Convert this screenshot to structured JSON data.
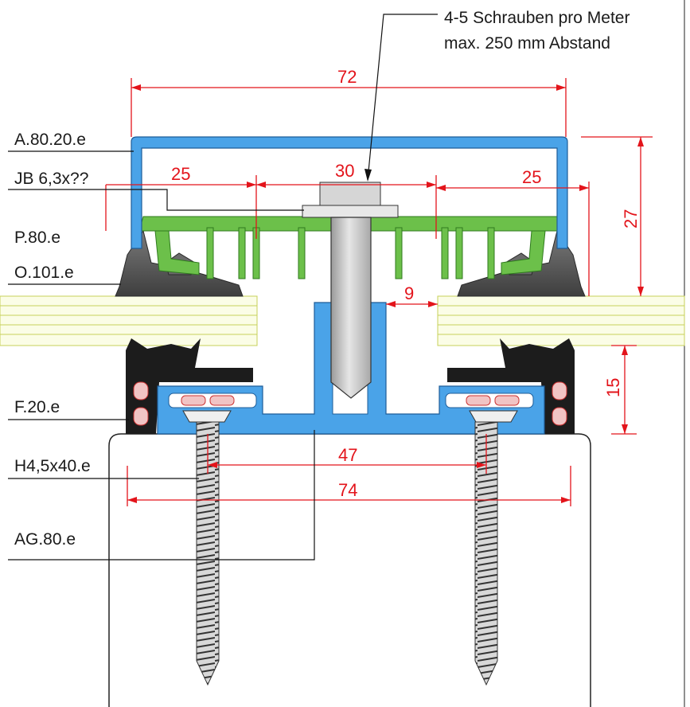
{
  "note": {
    "line1": "4-5 Schrauben pro Meter",
    "line2": "max. 250 mm Abstand"
  },
  "labels": {
    "cover_profile": "A.80.20.e",
    "screw_jb": "JB 6,3x??",
    "pressure_profile": "P.80.e",
    "gasket_top": "O.101.e",
    "bottom_profile": "F.20.e",
    "wood_screw": "H4,5x40.e",
    "base_profile": "AG.80.e"
  },
  "dimensions": {
    "overall_width": "72",
    "left_span": "25",
    "center_span": "30",
    "right_span": "25",
    "height_top": "27",
    "gap": "9",
    "screw_spacing": "47",
    "base_width": "74",
    "height_bottom": "15"
  },
  "colors": {
    "cover_profile": "#4aa3e8",
    "pressure_profile": "#6cc04a",
    "gasket": "#5a5a5a",
    "seal_black": "#1c1c1c",
    "glazing_panel": "#f4f9c8",
    "dimension": "#e3141b"
  }
}
